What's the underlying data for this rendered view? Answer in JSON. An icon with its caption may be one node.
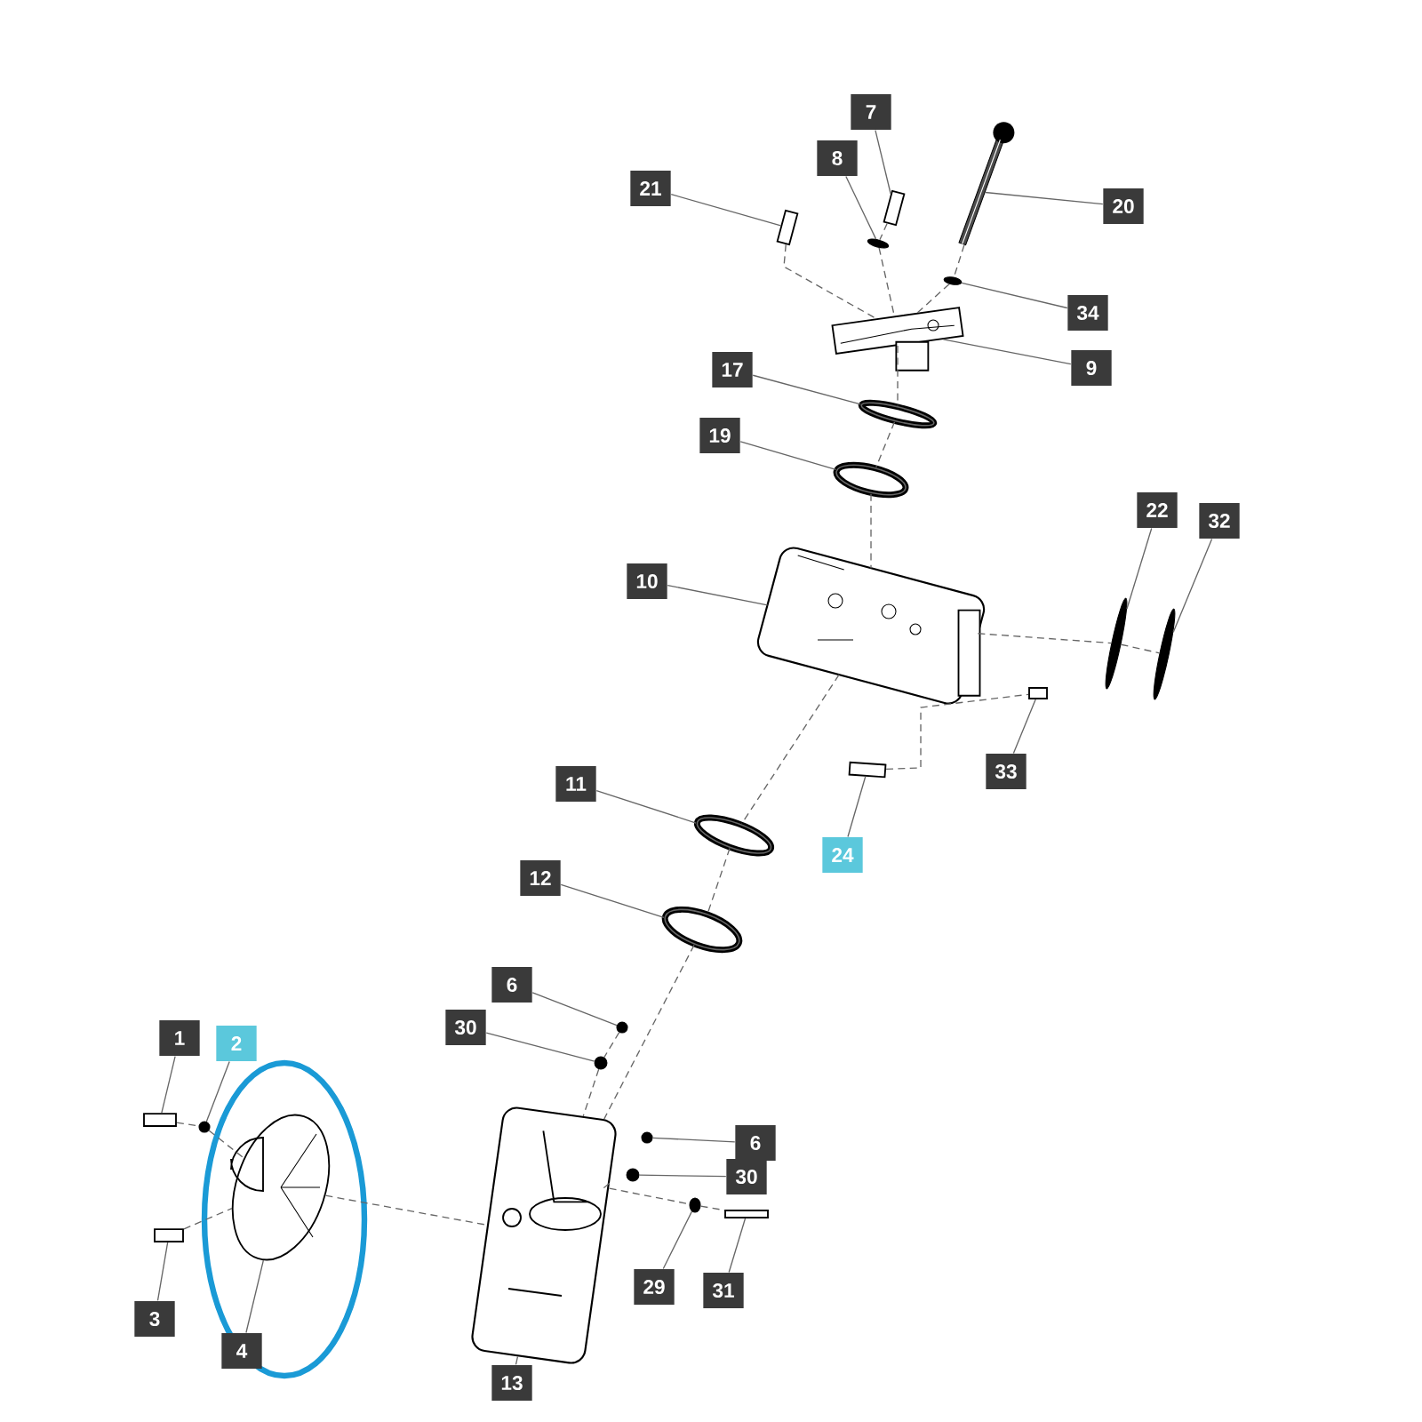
{
  "diagram": {
    "nodes": [
      {
        "text": [
          "21"
        ]
      },
      {
        "text": [
          "8"
        ]
      },
      {
        "text": [
          "7"
        ]
      },
      {
        "text": [
          "20"
        ]
      },
      {
        "text": [
          "34"
        ]
      },
      {
        "text": [
          "9"
        ]
      },
      {
        "text": [
          "17"
        ]
      },
      {
        "text": [
          "19"
        ]
      },
      {
        "text": [
          "10"
        ]
      },
      {
        "text": [
          "22"
        ]
      },
      {
        "text": [
          "32"
        ]
      },
      {
        "text": [
          "33"
        ]
      },
      {
        "text": [
          "24"
        ]
      },
      {
        "text": [
          "11"
        ]
      },
      {
        "text": [
          "12"
        ]
      },
      {
        "text": [
          "6"
        ]
      },
      {
        "text": [
          "30"
        ]
      },
      {
        "text": [
          "1"
        ]
      },
      {
        "text": [
          "2"
        ]
      },
      {
        "text": [
          "3"
        ]
      },
      {
        "text": [
          "4"
        ]
      },
      {
        "text": [
          "6"
        ]
      },
      {
        "text": [
          "30"
        ]
      },
      {
        "text": [
          "29"
        ]
      },
      {
        "text": [
          "31"
        ]
      },
      {
        "text": [
          "13"
        ]
      },
      {
        "text": [],
        "shape": "box"
      },
      {
        "text": [],
        "shape": "circle"
      },
      {
        "text": [],
        "shape": "box"
      },
      {
        "text": [],
        "shape": "picture"
      },
      {
        "text": [],
        "shape": "circle"
      },
      {
        "text": [],
        "shape": "picture"
      },
      {
        "text": [],
        "shape": "ring"
      },
      {
        "text": [],
        "shape": "ring"
      },
      {
        "text": [],
        "shape": "picture"
      },
      {
        "text": [],
        "shape": "ring"
      },
      {
        "text": [],
        "shape": "ring"
      },
      {
        "text": [],
        "shape": "box"
      },
      {
        "text": [],
        "shape": "box"
      },
      {
        "text": [],
        "shape": "ring"
      },
      {
        "text": [],
        "shape": "ring"
      },
      {
        "text": [],
        "shape": "circle"
      },
      {
        "text": [],
        "shape": "circle"
      },
      {
        "text": [],
        "shape": "box"
      },
      {
        "text": [],
        "shape": "circle"
      },
      {
        "text": [],
        "shape": "box"
      },
      {
        "text": [],
        "shape": "picture"
      },
      {
        "text": [],
        "shape": "circle"
      },
      {
        "text": [],
        "shape": "circle"
      },
      {
        "text": [],
        "shape": "circle"
      },
      {
        "text": [],
        "shape": "box"
      },
      {
        "text": [],
        "shape": "picture"
      }
    ],
    "edges": [
      {
        "from": 0,
        "to": 26,
        "arrow": "none"
      },
      {
        "from": 1,
        "to": 27,
        "arrow": "none"
      },
      {
        "from": 2,
        "to": 28,
        "arrow": "none"
      },
      {
        "from": 3,
        "to": 29,
        "arrow": "none"
      },
      {
        "from": 4,
        "to": 30,
        "arrow": "none"
      },
      {
        "from": 5,
        "to": 31,
        "arrow": "none"
      },
      {
        "from": 6,
        "to": 32,
        "arrow": "none"
      },
      {
        "from": 7,
        "to": 33,
        "arrow": "none"
      },
      {
        "from": 8,
        "to": 34,
        "arrow": "none"
      },
      {
        "from": 9,
        "to": 35,
        "arrow": "none"
      },
      {
        "from": 10,
        "to": 36,
        "arrow": "none"
      },
      {
        "from": 11,
        "to": 37,
        "arrow": "none"
      },
      {
        "from": 12,
        "to": 38,
        "arrow": "none"
      },
      {
        "from": 13,
        "to": 39,
        "arrow": "none"
      },
      {
        "from": 14,
        "to": 40,
        "arrow": "none"
      },
      {
        "from": 15,
        "to": 41,
        "arrow": "none"
      },
      {
        "from": 16,
        "to": 42,
        "arrow": "none"
      },
      {
        "from": 17,
        "to": 43,
        "arrow": "none"
      },
      {
        "from": 18,
        "to": 44,
        "arrow": "none"
      },
      {
        "from": 19,
        "to": 45,
        "arrow": "none"
      },
      {
        "from": 20,
        "to": 46,
        "arrow": "none"
      },
      {
        "from": 21,
        "to": 47,
        "arrow": "none"
      },
      {
        "from": 22,
        "to": 48,
        "arrow": "none"
      },
      {
        "from": 23,
        "to": 49,
        "arrow": "none"
      },
      {
        "from": 24,
        "to": 50,
        "arrow": "none"
      },
      {
        "from": 25,
        "to": 51,
        "arrow": "none"
      },
      {
        "from": 26,
        "to": 31,
        "arrow": "none",
        "style": "dashed"
      },
      {
        "from": 28,
        "to": 27,
        "arrow": "none",
        "style": "dashed"
      },
      {
        "from": 27,
        "to": 31,
        "arrow": "none",
        "style": "dashed"
      },
      {
        "from": 29,
        "to": 30,
        "arrow": "none",
        "style": "dashed"
      },
      {
        "from": 30,
        "to": 31,
        "arrow": "none",
        "style": "dashed"
      },
      {
        "from": 31,
        "to": 32,
        "arrow": "none",
        "style": "dashed"
      },
      {
        "from": 32,
        "to": 33,
        "arrow": "none",
        "style": "dashed"
      },
      {
        "from": 33,
        "to": 34,
        "arrow": "none",
        "style": "dashed"
      },
      {
        "from": 34,
        "to": 39,
        "arrow": "none",
        "style": "dashed"
      },
      {
        "from": 39,
        "to": 40,
        "arrow": "none",
        "style": "dashed"
      },
      {
        "from": 40,
        "to": 51,
        "arrow": "none",
        "style": "dashed"
      },
      {
        "from": 34,
        "to": 35,
        "arrow": "none",
        "style": "dashed"
      },
      {
        "from": 35,
        "to": 36,
        "arrow": "none",
        "style": "dashed"
      },
      {
        "from": 38,
        "to": 37,
        "arrow": "none",
        "style": "dashed"
      },
      {
        "from": 43,
        "to": 44,
        "arrow": "none",
        "style": "dashed"
      },
      {
        "from": 44,
        "to": 46,
        "arrow": "none",
        "style": "dashed"
      },
      {
        "from": 46,
        "to": 51,
        "arrow": "none",
        "style": "dashed"
      },
      {
        "from": 45,
        "to": 46,
        "arrow": "none",
        "style": "dashed"
      },
      {
        "from": 41,
        "to": 42,
        "arrow": "none",
        "style": "dashed"
      },
      {
        "from": 42,
        "to": 51,
        "arrow": "none",
        "style": "dashed"
      },
      {
        "from": 51,
        "to": 49,
        "arrow": "none",
        "style": "dashed"
      },
      {
        "from": 49,
        "to": 50,
        "arrow": "none",
        "style": "dashed"
      }
    ]
  }
}
